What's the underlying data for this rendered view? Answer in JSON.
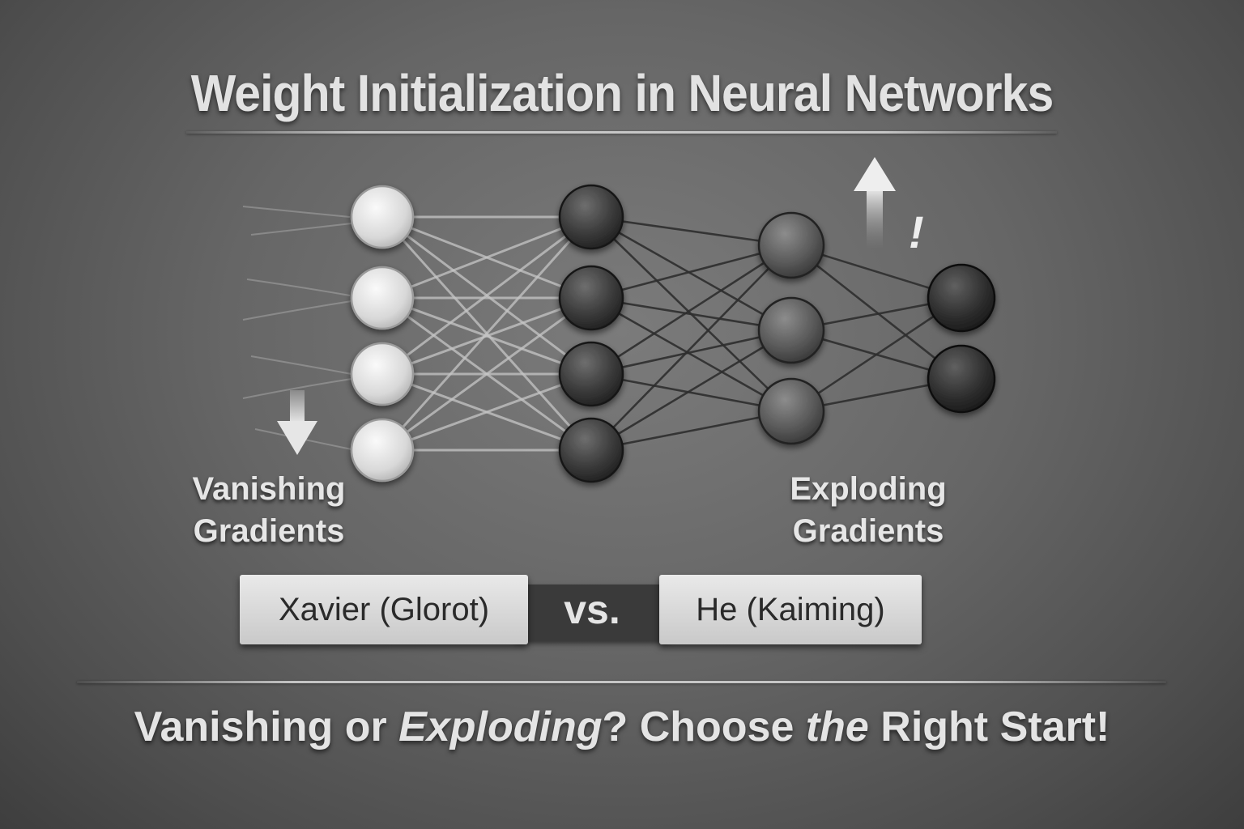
{
  "title": "Weight Initialization in Neural Networks",
  "labels": {
    "vanishing_line1": "Vanishing",
    "vanishing_line2": "Gradients",
    "exploding_line1": "Exploding",
    "exploding_line2": "Gradients"
  },
  "comparison": {
    "left": "Xavier (Glorot)",
    "separator": "vs.",
    "right": "He (Kaiming)"
  },
  "tagline": {
    "part1": "Vanishing ",
    "part2": "or ",
    "part3": "Exploding",
    "part4": "? Choose ",
    "part5": "the",
    "part6": " Right Start!"
  },
  "exclamation": "!",
  "network": {
    "layers": [
      4,
      4,
      3,
      2
    ],
    "layer_colors": [
      "#e3e3e3",
      "#3c3c3c",
      "#585858",
      "#2e2e2e"
    ],
    "connection_colors": [
      "#c6c6c6",
      "#2e2e2e",
      "#2e2e2e"
    ]
  },
  "icons": [
    "down-arrow-icon",
    "up-arrow-icon"
  ]
}
